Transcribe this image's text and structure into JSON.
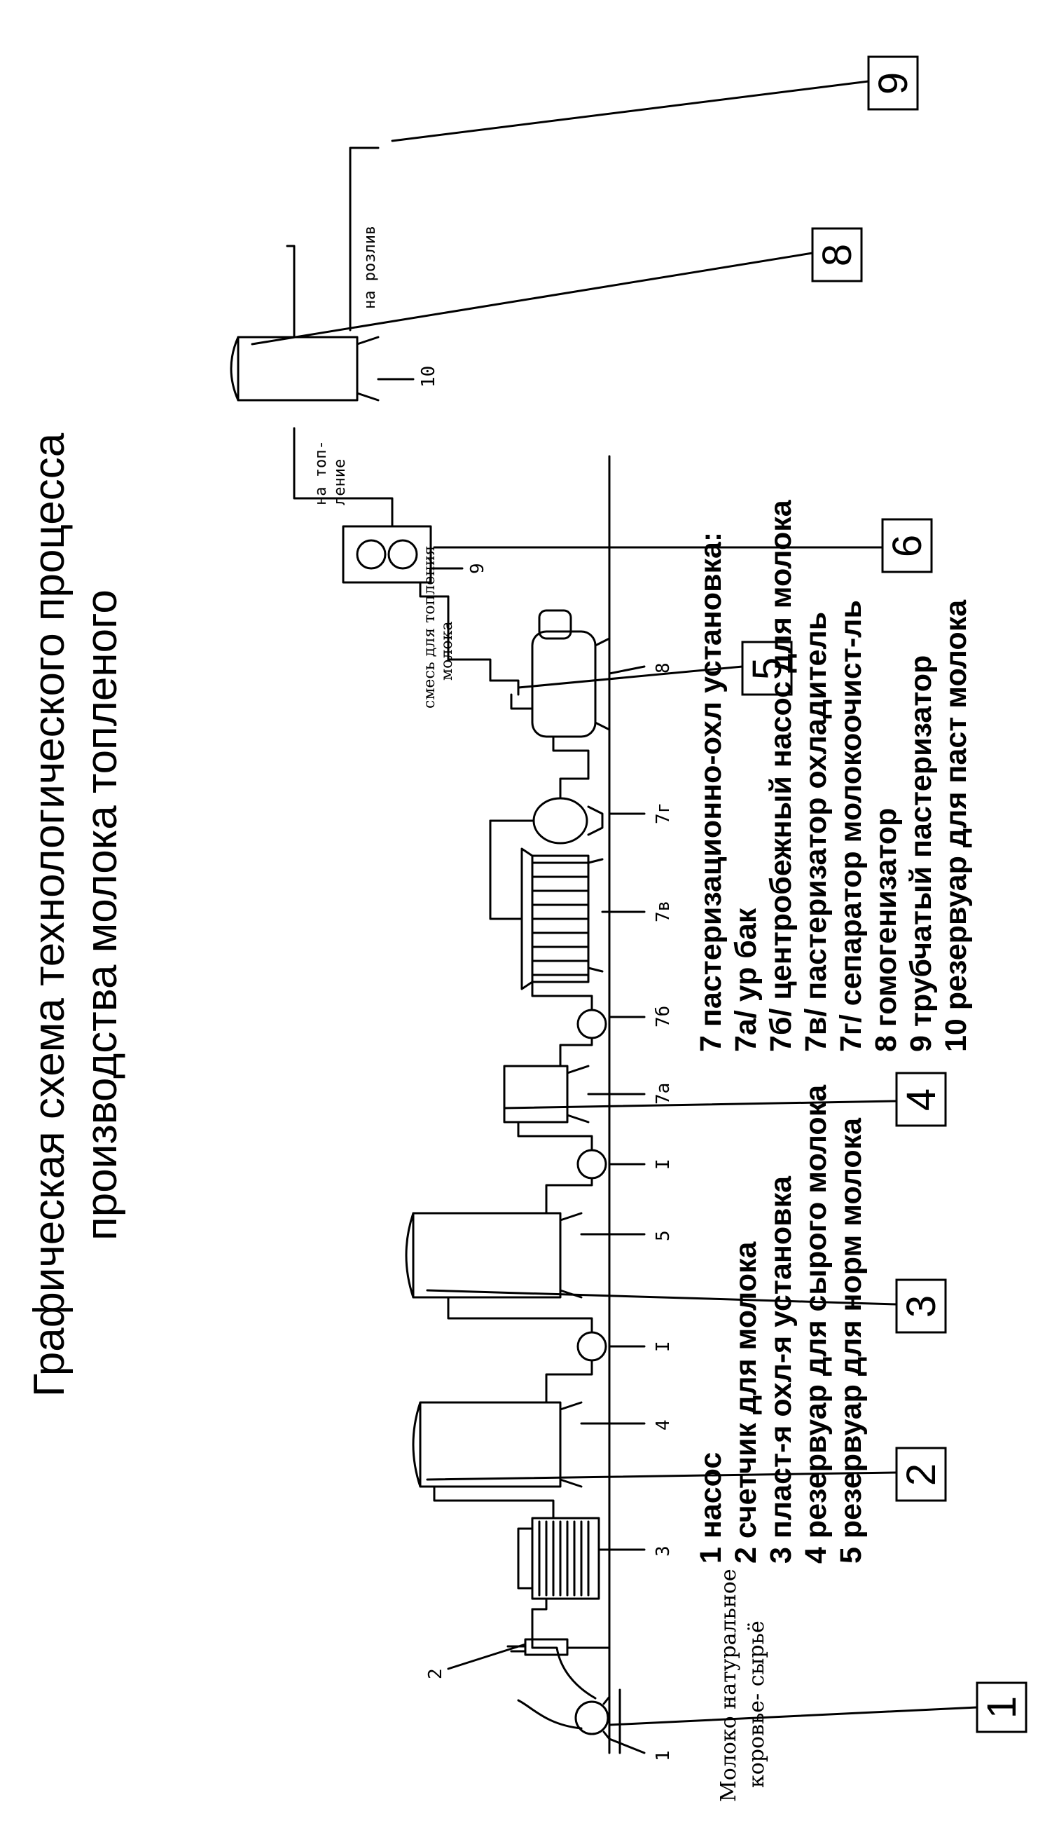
{
  "title": {
    "line1": "Графическая схема технологического процесса",
    "line2": "производства молока топленого"
  },
  "input_label": {
    "line1": "Молоко натуральное",
    "line2": "коровье- сырьё"
  },
  "flow_labels": {
    "mix": "смесь для топления",
    "mix_line2": "молока",
    "heating": "на топ-",
    "heating_line2": "ление",
    "bottling": "на розлив"
  },
  "callouts": [
    "1",
    "2",
    "3",
    "4",
    "5",
    "6",
    "8",
    "9"
  ],
  "equipment_numbers": [
    "1",
    "2",
    "3",
    "4",
    "I",
    "5",
    "I",
    "7а",
    "7б",
    "7в",
    "7г",
    "8",
    "9",
    "10"
  ],
  "legend_left": [
    "1 насос",
    "2 счетчик для молока",
    "3 пласт-я охл-я установка",
    "4 резервуар для сырого молока",
    "5 резервуар для норм молока"
  ],
  "legend_right": [
    "7 пастеризационно-охл установка:",
    "7а/ ур бак",
    "7б/ центробежный насос для молока",
    "7в/ пастеризатор охладитель",
    "7г/ сепаратор молокоочист-ль",
    "8 гомогенизатор",
    "9 трубчатый пастеризатор",
    "10 резервуар для паст молока"
  ]
}
